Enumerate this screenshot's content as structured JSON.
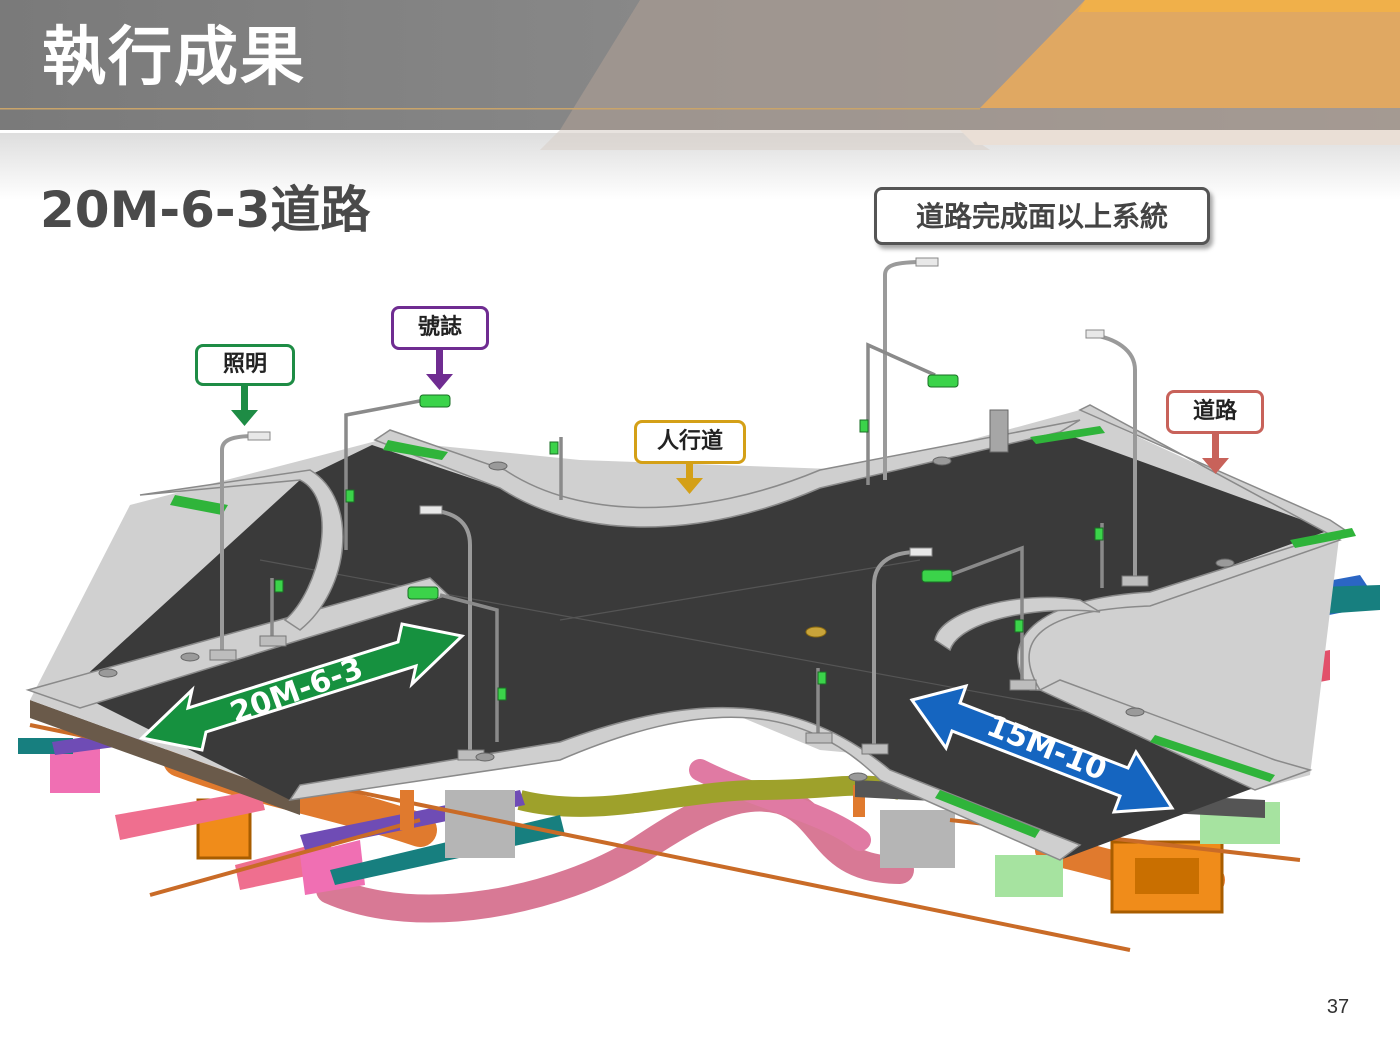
{
  "slide": {
    "title": "執行成果",
    "subtitle": "20M-6-3道路",
    "page_number": "37"
  },
  "callouts": {
    "system_box": "道路完成面以上系統",
    "lighting": "照明",
    "signal": "號誌",
    "sidewalk": "人行道",
    "road": "道路"
  },
  "road_labels": {
    "main_road": "20M-6-3",
    "cross_road": "15M-10"
  },
  "colors": {
    "lighting": "#1e8c45",
    "signal": "#6f2c91",
    "sidewalk": "#d4a017",
    "road": "#c8625a",
    "main_road_arrow": "#16913f",
    "cross_road_arrow": "#1565c0",
    "header_accent": "#e8a54b"
  }
}
